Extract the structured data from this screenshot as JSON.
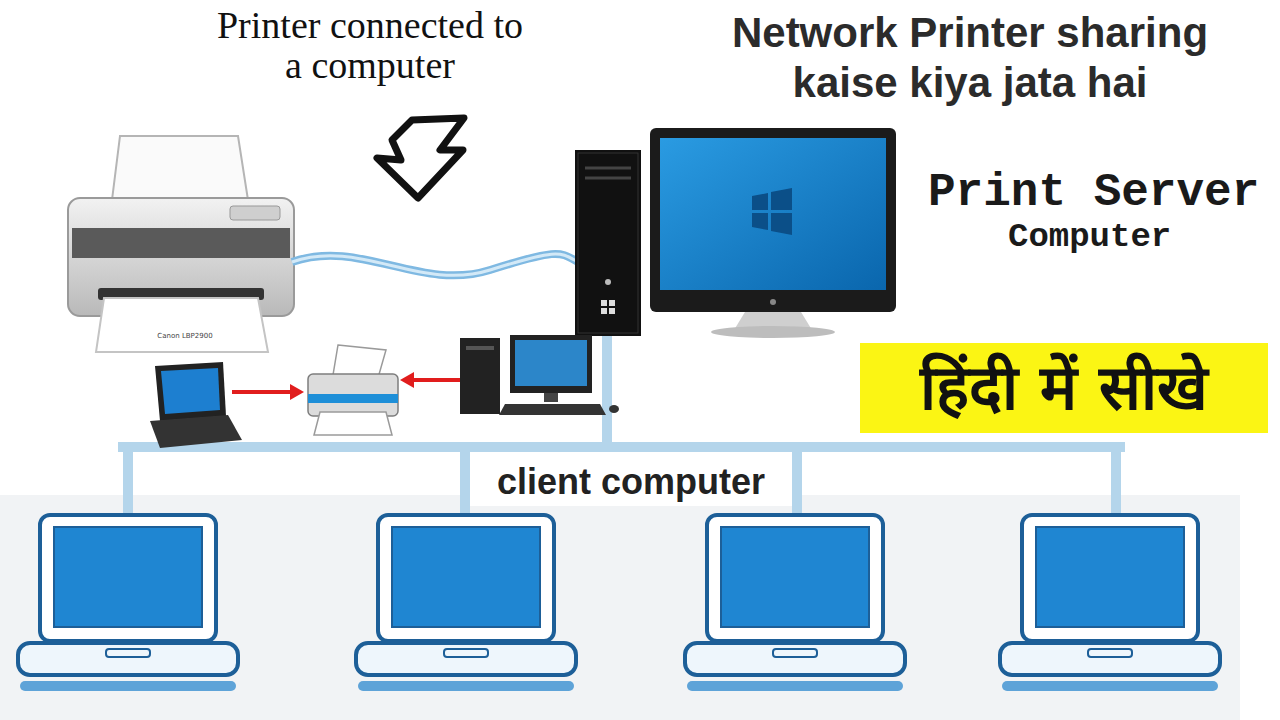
{
  "diagram": {
    "title": "Network Printer sharing kaise kiya jata hai",
    "nodes": [
      {
        "text": [
          "हिंदी में सीखे"
        ]
      }
    ],
    "labels": [
      "Printer connected to a computer",
      "Print Server",
      "Computer",
      "client computer",
      "Canon LBP2900"
    ]
  }
}
